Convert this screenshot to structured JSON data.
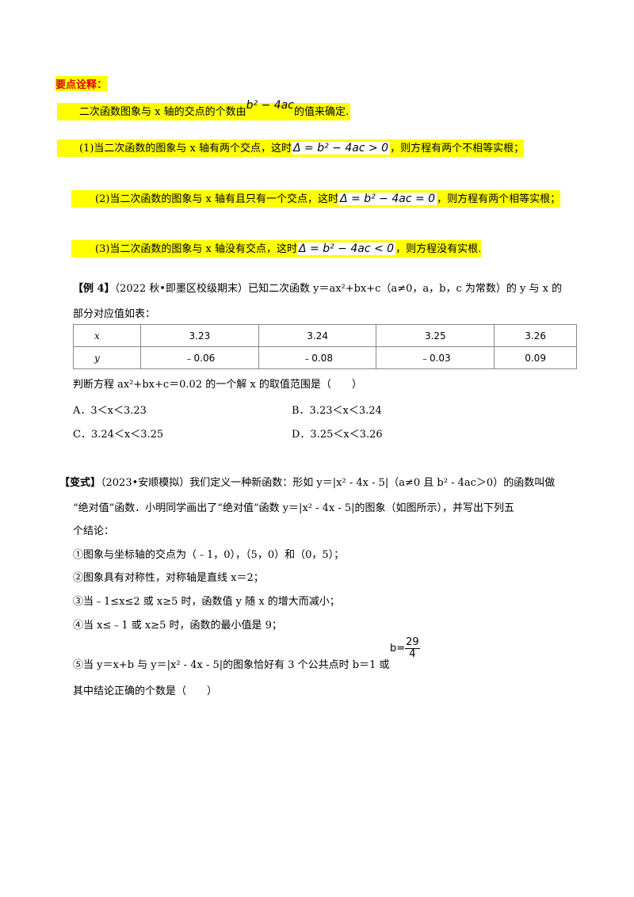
{
  "key_points": {
    "title": "要点诠释：",
    "intro_pre": "二次函数图象与 x 轴的交点的个数由",
    "intro_math": "b² − 4ac",
    "intro_post": "的值来确定.",
    "case1_pre": "(1)当二次函数的图象与 x 轴有两个交点，这时",
    "case1_math": "Δ = b² − 4ac > 0",
    "case1_post": "，则方程有两个不相等实根；",
    "case2_pre": "(2)当二次函数的图象与 x 轴有且只有一个交点，这时",
    "case2_math": "Δ = b² − 4ac = 0",
    "case2_post": "，则方程有两个相等实根；",
    "case3_pre": "(3)当二次函数的图象与 x 轴没有交点，这时",
    "case3_math": "Δ = b² − 4ac < 0",
    "case3_post": "，则方程没有实根."
  },
  "example4": {
    "tag": "【例 4】",
    "source": "（2022 秋•即墨区校级期末）",
    "stem_a": "已知二次函数 y＝ax²+bx+c（a≠0，a，b，c 为常数）的 y 与 x 的",
    "stem_b": "部分对应值如表：",
    "table": {
      "rows": [
        [
          "x",
          "3.23",
          "3.24",
          "3.25",
          "3.26"
        ],
        [
          "y",
          "﹣0.06",
          "﹣0.08",
          "﹣0.03",
          "0.09"
        ]
      ]
    },
    "question": "判断方程 ax²+bx+c＝0.02 的一个解 x 的取值范围是（　　）",
    "options": {
      "A": "A．3＜x＜3.23",
      "B": "B．3.23＜x＜3.24",
      "C": "C．3.24＜x＜3.25",
      "D": "D．3.25＜x＜3.26"
    }
  },
  "variant": {
    "tag": "【变式】",
    "source": "（2023•安顺模拟）",
    "line1": "我们定义一种新函数：形如 y＝|x² - 4x - 5|（a≠0 且 b² - 4ac＞0）的函数叫做",
    "line2": "“绝对值”函数．小明同学画出了“绝对值”函数 y＝|x² - 4x - 5|的图象（如图所示），并写出下列五",
    "line3": "个结论：",
    "s1": "①图象与坐标轴的交点为（﹣1，0），（5，0）和（0，5）；",
    "s2": "②图象具有对称性，对称轴是直线 x＝2；",
    "s3": "③当﹣1≤x≤2 或 x≥5 时，函数值 y 随 x 的增大而减小；",
    "s4": "④当 x≤﹣1 或 x≥5 时，函数的最小值是 9；",
    "s5_pre": "⑤当 y＝x+b 与 y＝|x² - 4x - 5|的图象恰好有 3 个公共点时 b＝1 或",
    "s5_b": "b=",
    "s5_num": "29",
    "s5_den": "4",
    "question": "其中结论正确的个数是（　　）"
  }
}
